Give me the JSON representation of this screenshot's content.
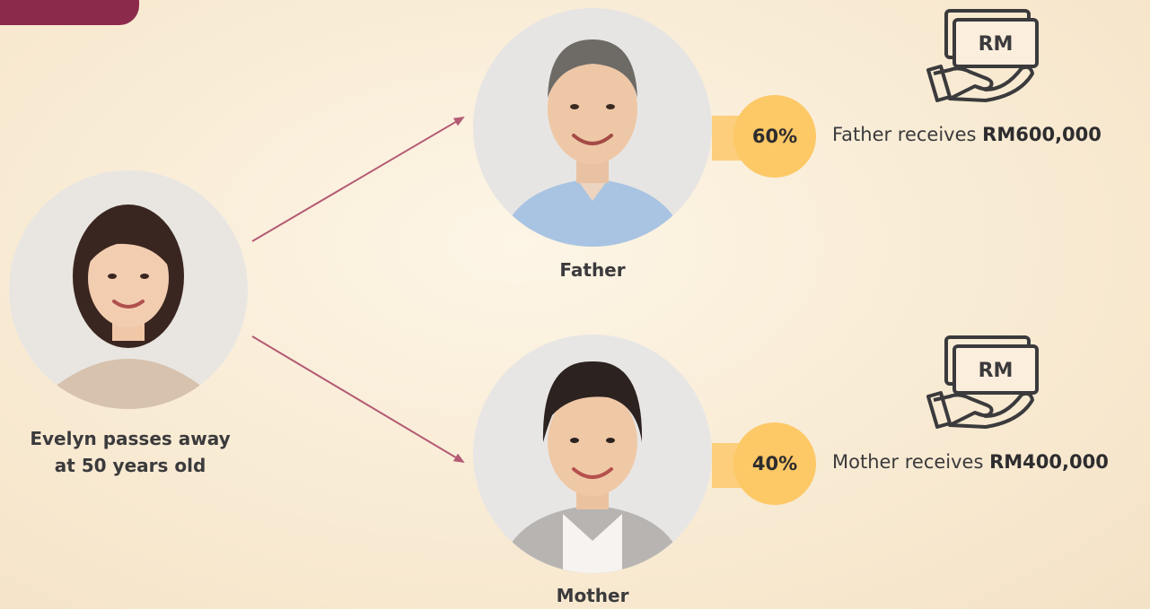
{
  "colors": {
    "accent": "#8c2a4c",
    "arrow": "#b45a74",
    "badge": "#fdc866",
    "background": "#fdf5e6"
  },
  "deceased": {
    "caption_line1": "Evelyn passes away",
    "caption_line2": "at 50 years old"
  },
  "beneficiaries": [
    {
      "label": "Father",
      "share": "60%",
      "text_prefix": "Father receives",
      "amount": "RM600,000",
      "icon": "rm-money-hand-icon",
      "icon_text": "RM"
    },
    {
      "label": "Mother",
      "share": "40%",
      "text_prefix": "Mother receives",
      "amount": "RM400,000",
      "icon": "rm-money-hand-icon",
      "icon_text": "RM"
    }
  ]
}
